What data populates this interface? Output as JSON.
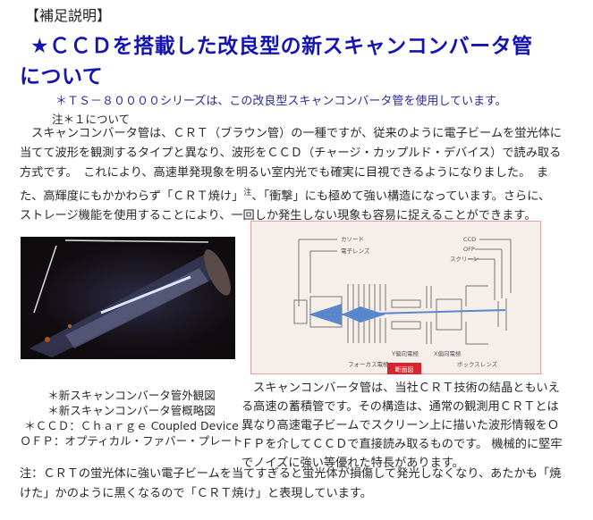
{
  "header": "【補足説明】",
  "title": {
    "line1": "★ＣＣＤを搭載した改良型の新スキャンコンバータ管",
    "line2": "について",
    "color": "#1414b4"
  },
  "subtitle": "＊ＴＳ－８００００シリーズは、この改良型スキャンコンバータ管を使用しています。",
  "note_link": "注＊１について",
  "intro_lines": [
    "　スキャンコンバータ管は、ＣＲＴ（ブラウン管）の一種ですが、従来のように電子ビームを蛍光体に",
    "当てて波形を観測するタイプと異なり、波形をＣＣＤ（チャージ・カップルド・デバイス）で読み取る",
    "方式です。　これにより、高速単発現象を明るい室内光でも確実に目視できるようになりました。　ま",
    "た、高輝度にもかかわらず「ＣＲＴ焼け」",
    "、「衝撃」にも極めて強い構造になっています。さらに、",
    "ストレージ機能を使用することにより、一回しか発生しない現象も容易に捉えることができます。"
  ],
  "superscript": "注",
  "diagram": {
    "labels": [
      "カソード",
      "電子レンズ",
      "CCD",
      "OFP",
      "スクリーン",
      "Y偏向電極",
      "X偏向電極",
      "フォーカス電極",
      "ボックスレンズ"
    ],
    "badge": "断面図",
    "beam_color": "#5a86cc"
  },
  "captions": [
    "＊新スキャンコンバータ管外観図",
    "＊新スキャンコンバータ管概略図",
    "＊ＣＣＤ：Ｃｈａｒｇｅ Coupled Device",
    "ＯＦＰ：オプティカル・ファバー・プレート"
  ],
  "detail_lines": [
    "　スキャンコンバータ管は、当社ＣＲＴ技術の結晶ともいえ",
    "る高速の蓄積管です。その構造は、通常の観測用ＣＲＴとは",
    "異なり高速電子ビームでスクリーン上に描いた波形情報をＯ",
    "ＦＰを介してＣＣＤで直接読み取るものです。 機械的に堅牢",
    "でノイズに強い等優れた特長があります。"
  ],
  "footnote_lines": [
    "注：ＣＲＴの蛍光体に強い電子ビームを当てすぎると蛍光体が損傷して発光しなくなり、あたかも「焼",
    "けた」かのように黒くなるので「ＣＲＴ焼け」と表現しています。"
  ]
}
